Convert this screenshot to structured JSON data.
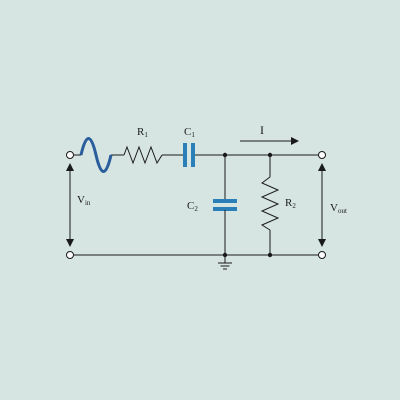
{
  "labels": {
    "r1": {
      "main": "R",
      "sub": "1"
    },
    "c1": {
      "main": "C",
      "sub": "1"
    },
    "c2": {
      "main": "C",
      "sub": "2"
    },
    "r2": {
      "main": "R",
      "sub": "2"
    },
    "vin": {
      "main": "V",
      "sub": "in"
    },
    "vout": {
      "main": "V",
      "sub": "out"
    },
    "current": "I"
  },
  "colors": {
    "background": "#d6e5e1",
    "wire": "#1a1a1a",
    "source": "#2a5d9c",
    "capacitor": "#2a7fb8"
  }
}
